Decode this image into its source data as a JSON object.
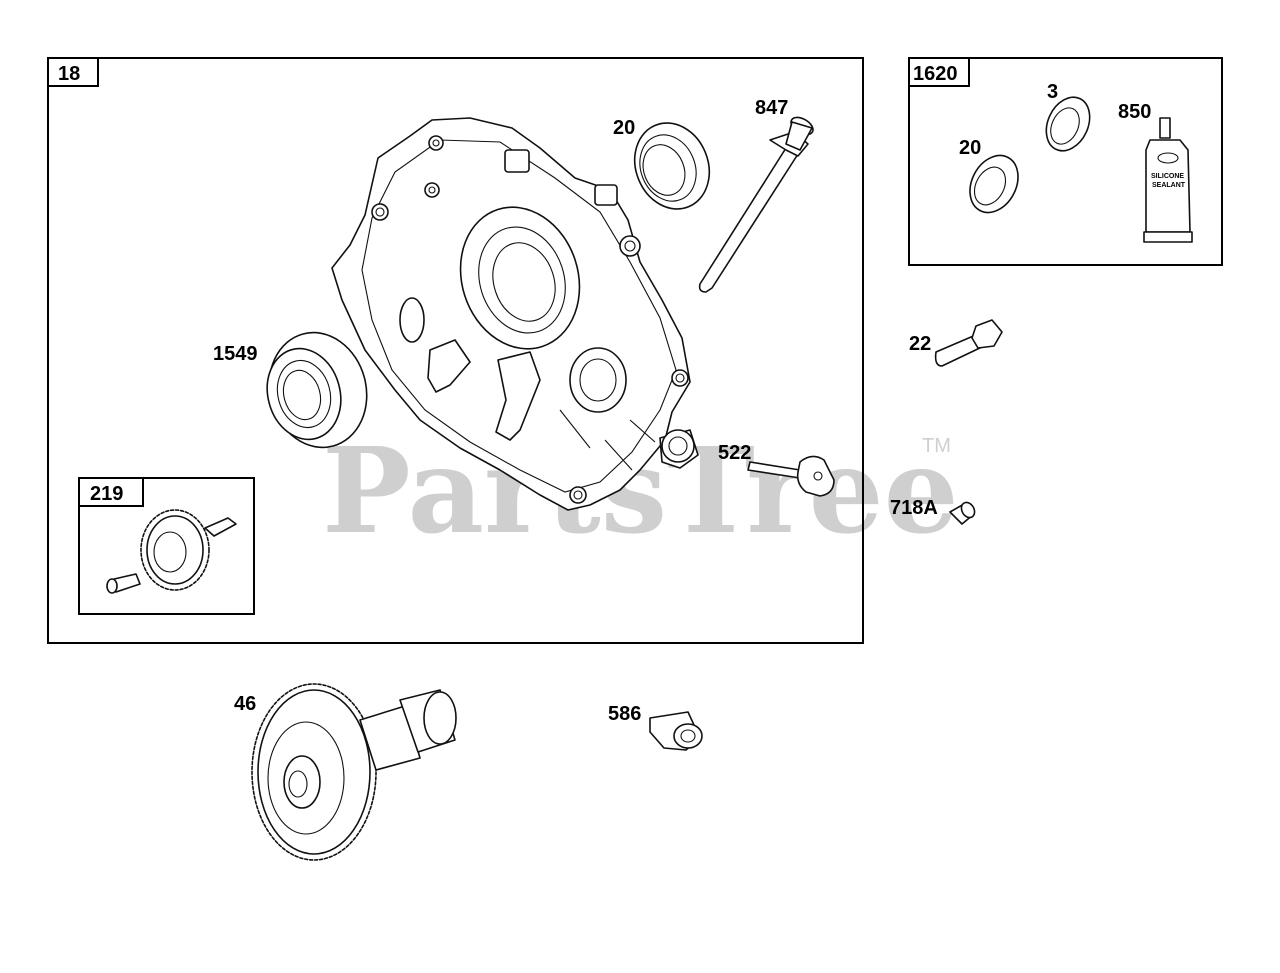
{
  "watermark": {
    "text": "PartsTree",
    "trademark": "TM"
  },
  "groups": [
    {
      "id": "18",
      "label": "18"
    },
    {
      "id": "1620",
      "label": "1620"
    },
    {
      "id": "219",
      "label": "219"
    }
  ],
  "callouts": {
    "c20a": "20",
    "c847": "847",
    "c1549": "1549",
    "c522": "522",
    "c3": "3",
    "c850": "850",
    "c20b": "20",
    "c22": "22",
    "c718a": "718A",
    "c46": "46",
    "c586": "586"
  },
  "sealant_tube": {
    "line1": "SILICONE",
    "line2": "SEALANT"
  },
  "colors": {
    "ink": "#111111",
    "watermark": "#cfcfcf",
    "background": "#ffffff"
  }
}
